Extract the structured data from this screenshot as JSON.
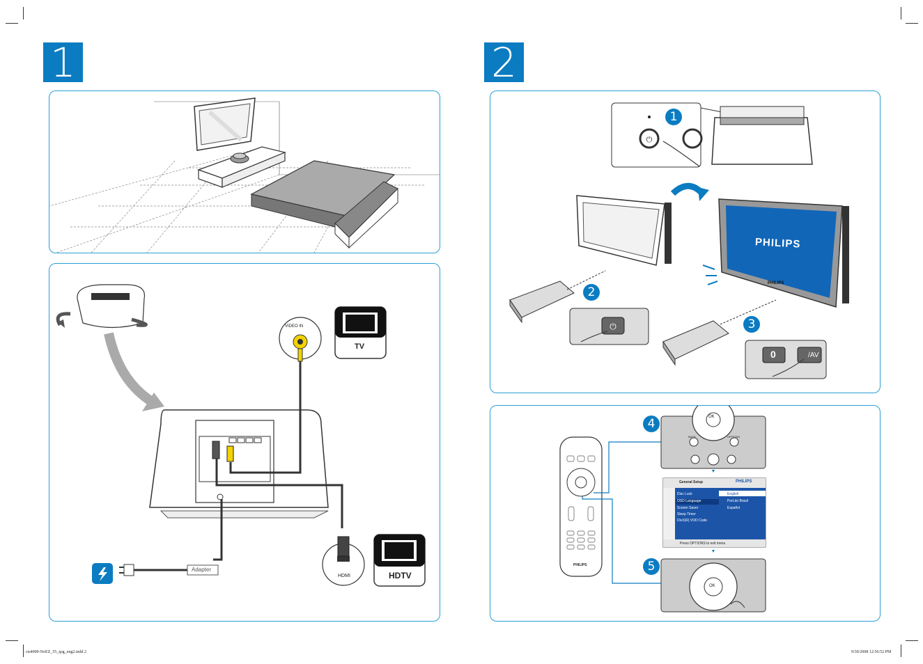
{
  "steps": {
    "step1": "1",
    "step2": "2"
  },
  "panel2": {
    "video_in": "VIDEO IN",
    "tv": "TV",
    "hdmi": "HDMI",
    "hdtv": "HDTV",
    "adapter": "Adapter"
  },
  "panel3": {
    "n1": "1",
    "n2": "2",
    "n3": "3",
    "brand_screen": "PHILIPS",
    "brand_tv_small": "PHILIPS",
    "key_zero": "0",
    "key_av": "/AV"
  },
  "panel4": {
    "n4": "4",
    "n5": "5",
    "ok": "OK",
    "menu_title": "General Setup",
    "menu_brand": "PHILIPS",
    "menu_items": [
      "Disc Lock",
      "OSD Language",
      "Screen Saver",
      "Sleep Timer",
      "DivX(R) VOD Code"
    ],
    "lang_items": [
      "English",
      "Port.do Brasil",
      "Español"
    ],
    "menu_footer": "Press OPTIONS to exit menu",
    "remote_brand": "PHILIPS",
    "back_label": "BACK",
    "options_label": "OPTIONS"
  },
  "footer": {
    "left": "cts4000-NoEZ_55_qsg_eng2.indd   2",
    "right": "9/30/2008   12:56:52 PM"
  },
  "colors": {
    "accent": "#0b7cc1",
    "panel_border": "#2a9fd6",
    "screen_blue": "#1166b8",
    "video_yellow": "#f2d300"
  }
}
